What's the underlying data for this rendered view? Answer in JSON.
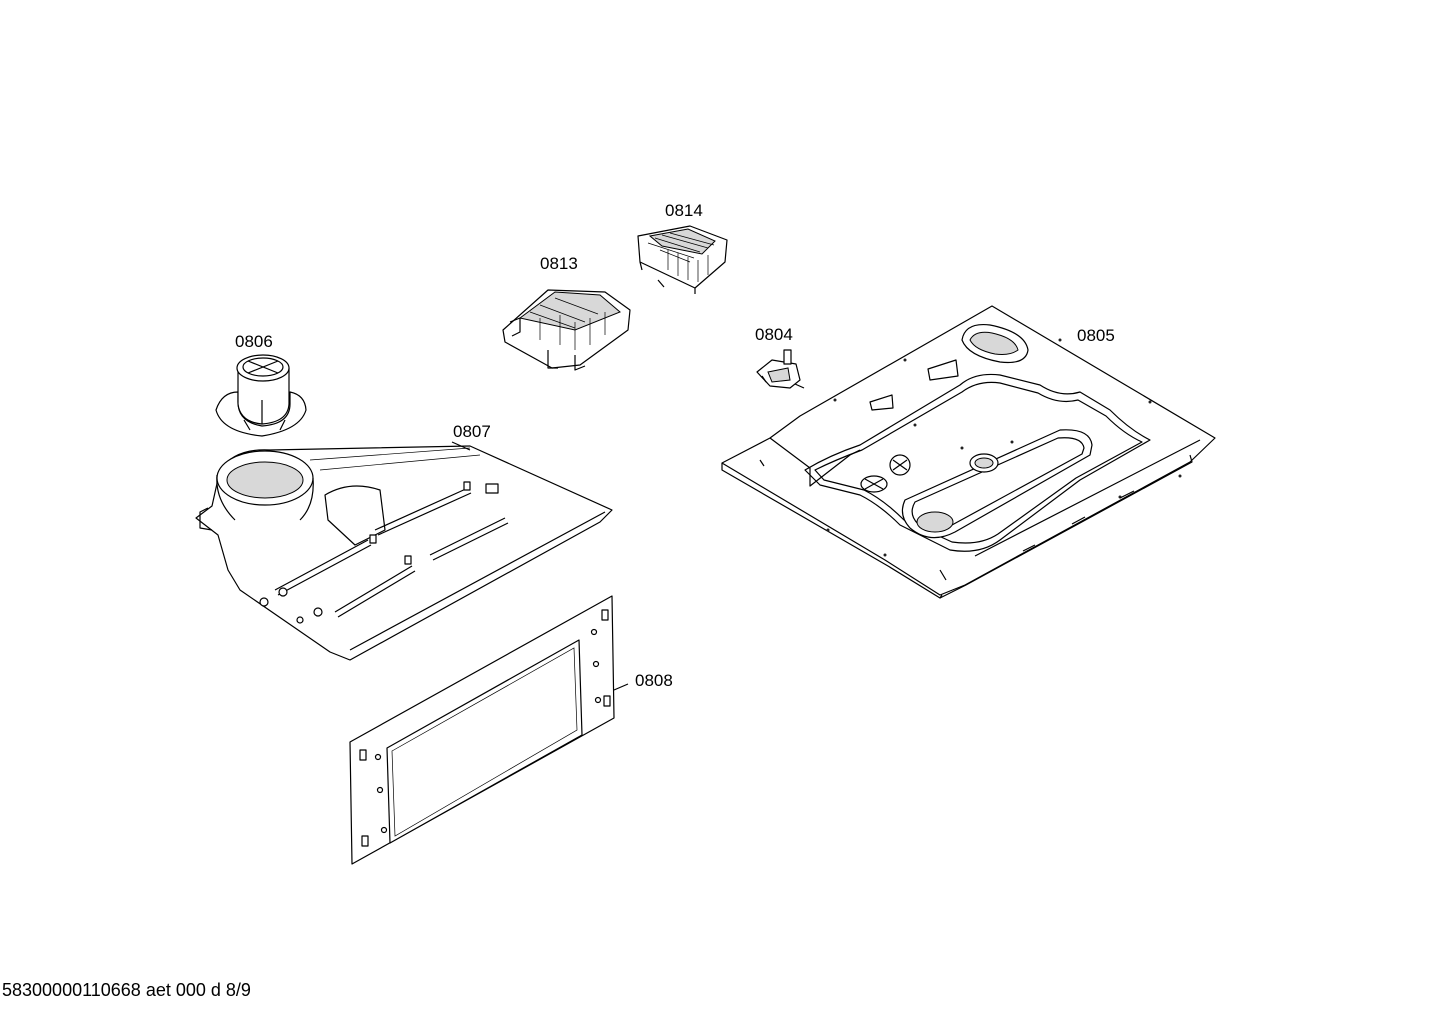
{
  "parts": [
    {
      "id": "0804",
      "label": "0804"
    },
    {
      "id": "0805",
      "label": "0805"
    },
    {
      "id": "0806",
      "label": "0806"
    },
    {
      "id": "0807",
      "label": "0807"
    },
    {
      "id": "0808",
      "label": "0808"
    },
    {
      "id": "0813",
      "label": "0813"
    },
    {
      "id": "0814",
      "label": "0814"
    }
  ],
  "footer": "58300000110668 aet 000 d 8/9"
}
